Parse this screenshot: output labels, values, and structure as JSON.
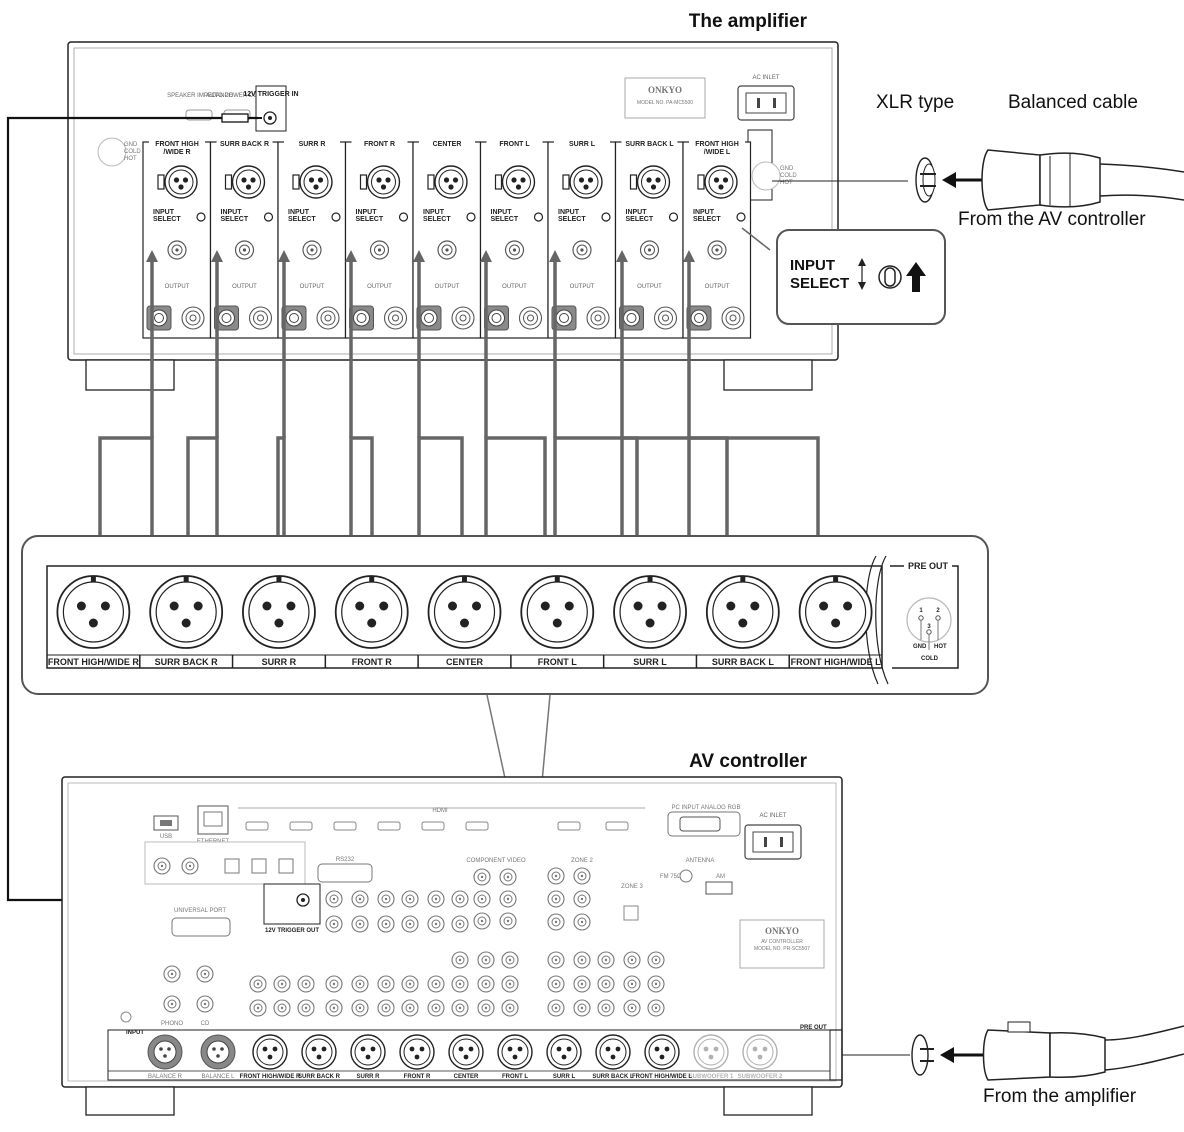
{
  "titles": {
    "amplifier": "The amplifier",
    "av_controller": "AV controller"
  },
  "captions": {
    "xlr_type": "XLR type",
    "balanced_cable": "Balanced cable",
    "from_av_controller": "From the AV controller",
    "from_amplifier": "From the amplifier"
  },
  "amplifier": {
    "brand": "ONKYO",
    "model": "MODEL NO. PA-MC5500",
    "ac_inlet": "AC INLET",
    "trigger_in": "12V TRIGGER IN",
    "speaker_impedance": "SPEAKER IMPEDANCE",
    "auto_power_down": "AUTO POWER DOWN",
    "output": "OUTPUT",
    "input_select": "INPUT SELECT",
    "pin_gnd": "GND",
    "pin_cold": "COLD",
    "pin_hot": "HOT",
    "channels": [
      "FRONT HIGH /WIDE R",
      "SURR BACK R",
      "SURR R",
      "FRONT R",
      "CENTER",
      "FRONT L",
      "SURR L",
      "SURR BACK L",
      "FRONT HIGH /WIDE L"
    ]
  },
  "callout": {
    "line1": "INPUT",
    "line2": "SELECT"
  },
  "preout_panel": {
    "title": "PRE OUT",
    "channels": [
      "FRONT HIGH/WIDE R",
      "SURR BACK R",
      "SURR R",
      "FRONT R",
      "CENTER",
      "FRONT L",
      "SURR L",
      "SURR BACK L",
      "FRONT HIGH/WIDE L"
    ],
    "pin_gnd": "GND",
    "pin_cold": "COLD",
    "pin_hot": "HOT",
    "pin_numbers": [
      "1",
      "2",
      "3"
    ]
  },
  "controller": {
    "brand": "ONKYO",
    "model_line1": "AV CONTROLLER",
    "model_line2": "MODEL NO. PR-SC5507",
    "ac_inlet": "AC INLET",
    "hdmi": "HDMI",
    "usb": "USB",
    "ethernet": "ETHERNET",
    "rs232": "RS232",
    "pc_input": "PC INPUT ANALOG RGB",
    "antenna": "ANTENNA",
    "fm": "FM 75Ω",
    "am": "AM",
    "universal_port": "UNIVERSAL PORT",
    "trigger_out": "12V TRIGGER OUT",
    "input": "INPUT",
    "balance_r": "BALANCE R",
    "balance_l": "BALANCE L",
    "phono": "PHONO",
    "cd": "CD",
    "pre_out": "PRE OUT",
    "component": "COMPONENT VIDEO",
    "zone2": "ZONE 2",
    "zone3": "ZONE 3",
    "channels": [
      "FRONT HIGH/WIDE R",
      "SURR BACK R",
      "SURR R",
      "FRONT R",
      "CENTER",
      "FRONT L",
      "SURR L",
      "SURR BACK L",
      "FRONT HIGH/WIDE L",
      "SUBWOOFER 1",
      "SUBWOOFER 2"
    ]
  }
}
